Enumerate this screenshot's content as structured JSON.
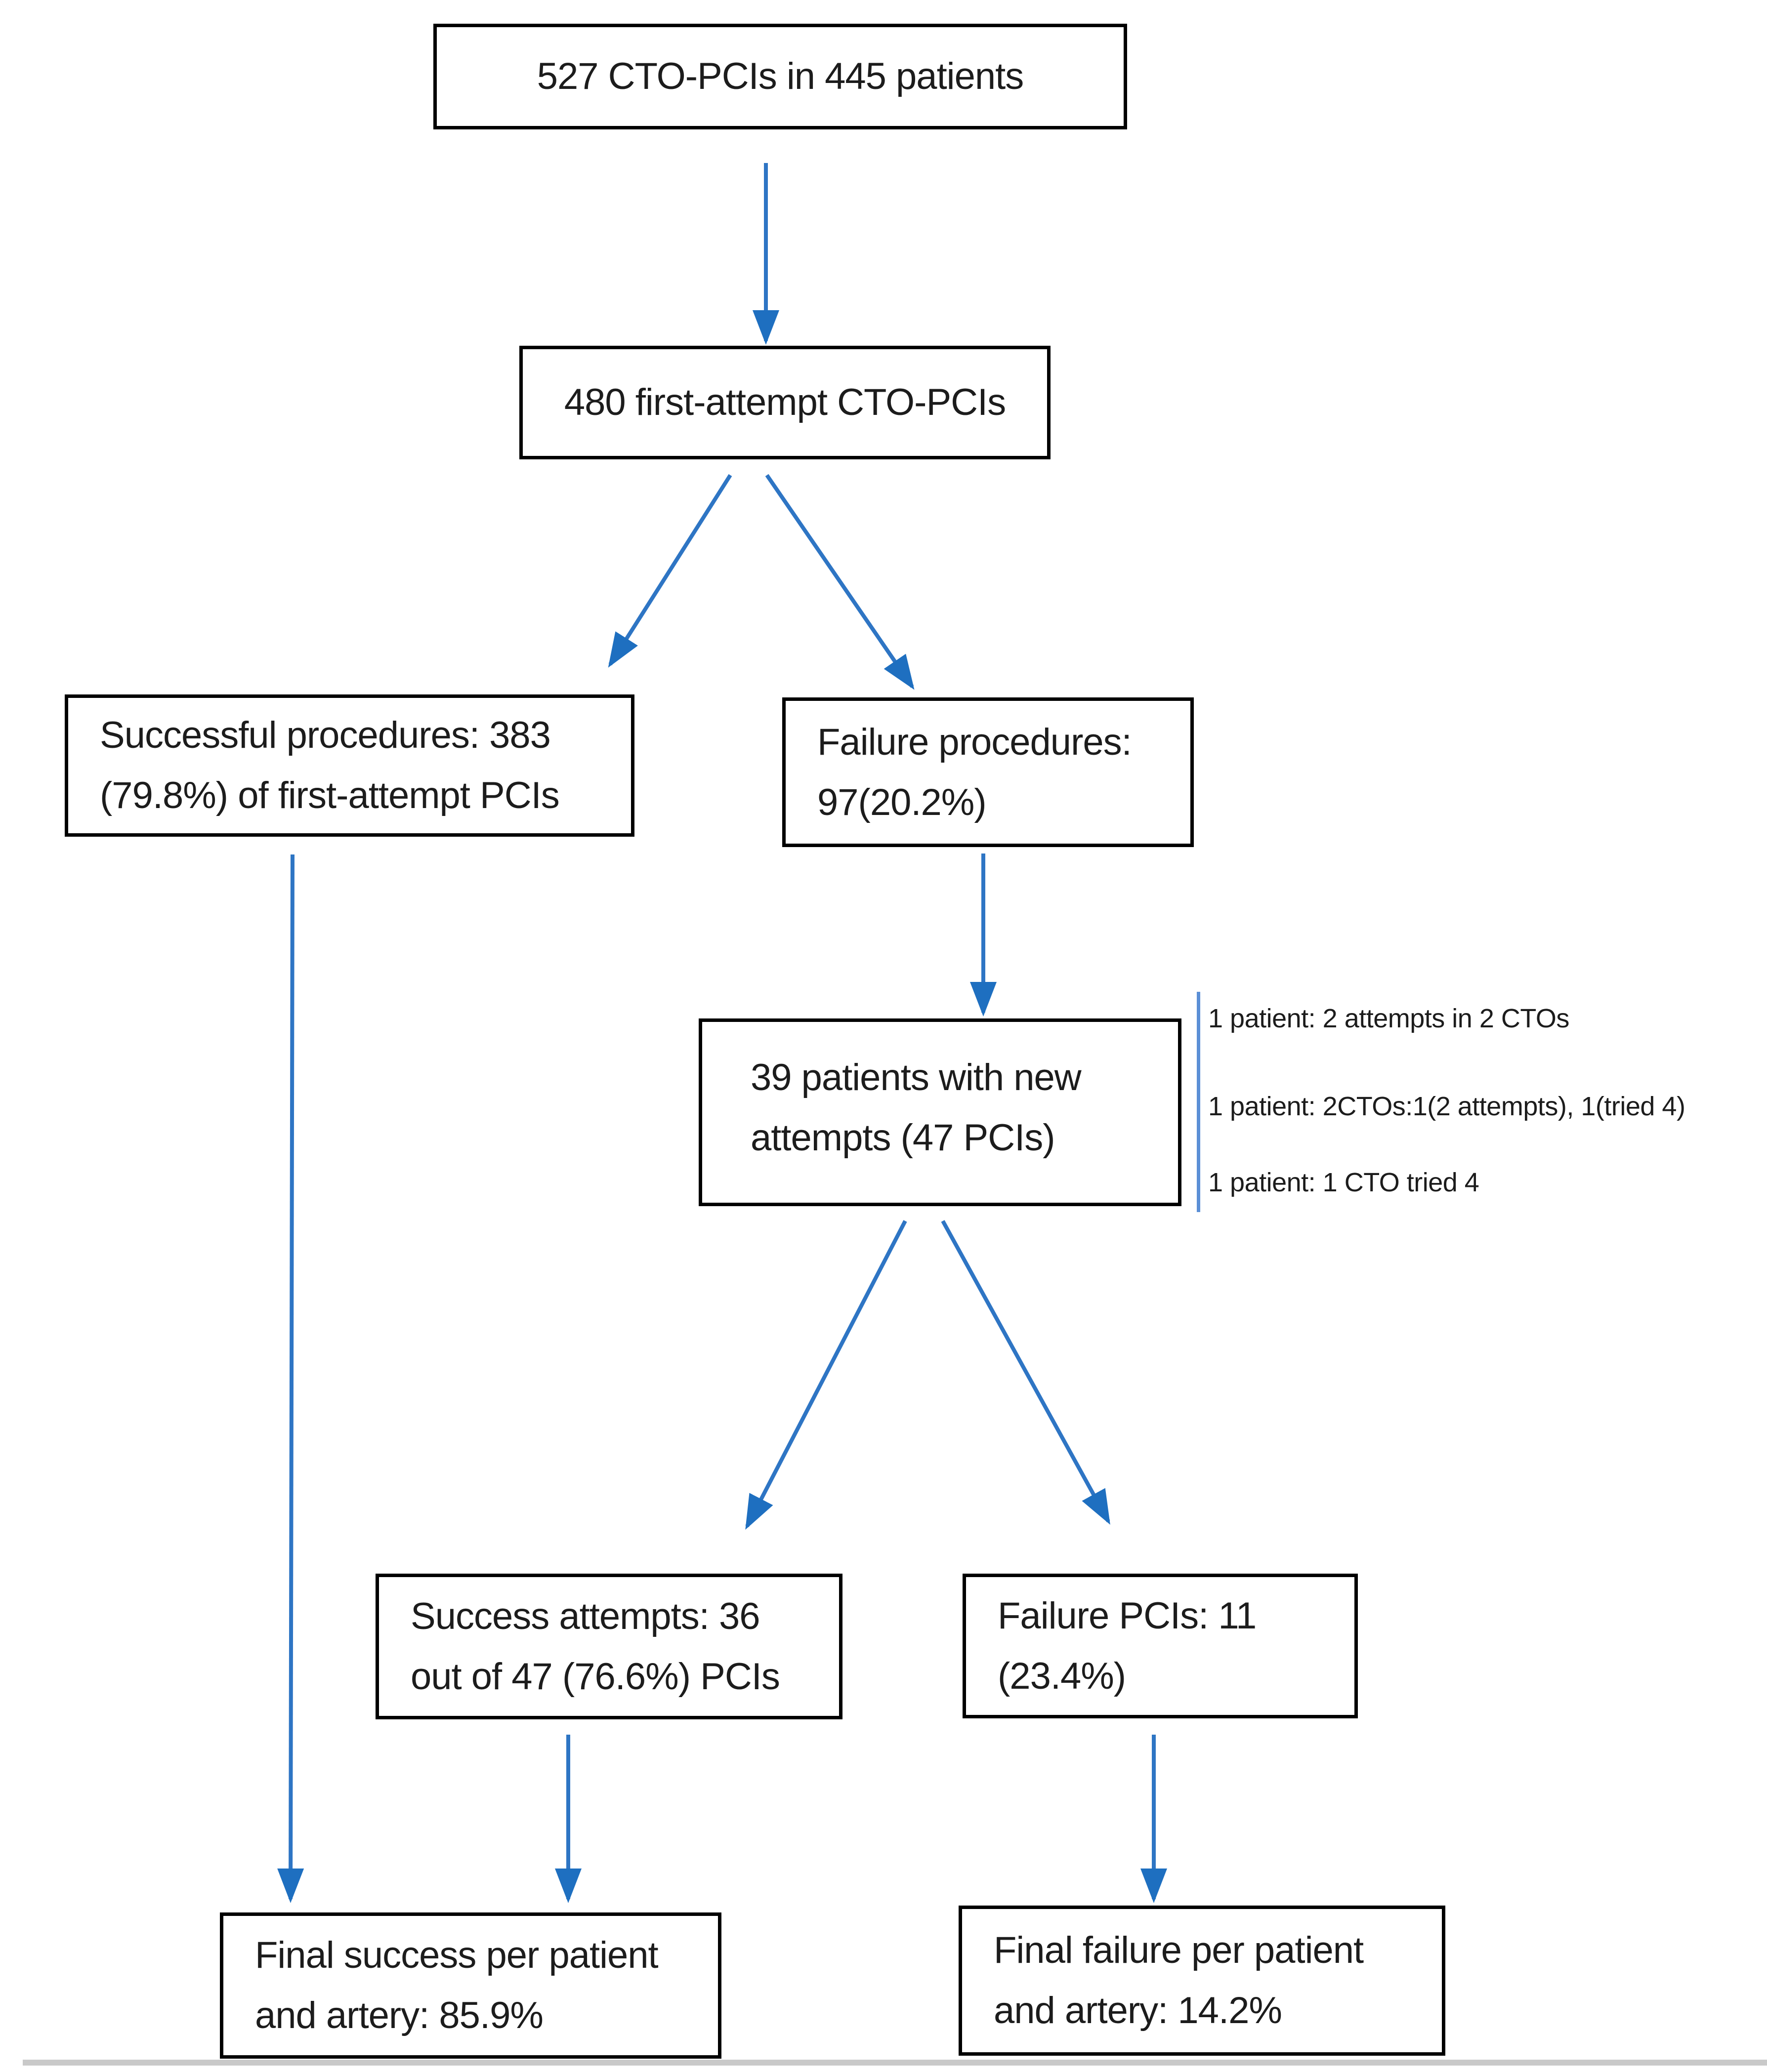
{
  "diagram": {
    "nodes": {
      "total": {
        "line1": "527 CTO-PCIs in 445 patients"
      },
      "first_attempt": {
        "line1": "480 first-attempt CTO-PCIs"
      },
      "success_first": {
        "line1": "Successful procedures: 383",
        "line2": "(79.8%) of first-attempt PCIs"
      },
      "failure_first": {
        "line1": "Failure procedures:",
        "line2": "97(20.2%)"
      },
      "new_attempts": {
        "line1": "39 patients with new",
        "line2": "attempts (47 PCIs)"
      },
      "success_retry": {
        "line1": "Success attempts: 36",
        "line2": "out of 47 (76.6%) PCIs"
      },
      "failure_retry": {
        "line1": "Failure PCIs: 11",
        "line2": "(23.4%)"
      },
      "final_success": {
        "line1": "Final success per patient",
        "line2": "and artery: 85.9%"
      },
      "final_failure": {
        "line1": "Final failure per patient",
        "line2": "and artery: 14.2%"
      }
    },
    "annotations": [
      "1 patient: 2 attempts in 2 CTOs",
      "1 patient: 2CTOs:1(2 attempts), 1(tried 4)",
      "1 patient: 1 CTO tried 4"
    ],
    "edges": [
      "total -> first_attempt",
      "first_attempt -> success_first",
      "first_attempt -> failure_first",
      "failure_first -> new_attempts",
      "new_attempts -> success_retry",
      "new_attempts -> failure_retry",
      "success_first -> final_success",
      "success_retry -> final_success",
      "failure_retry -> final_failure"
    ],
    "colors": {
      "arrow_line": "#2E75C4",
      "arrow_head": "#1E6FC0",
      "bracket": "#5B8FD6",
      "box_border": "#000000",
      "page_edge": "#C9C9C9"
    }
  }
}
